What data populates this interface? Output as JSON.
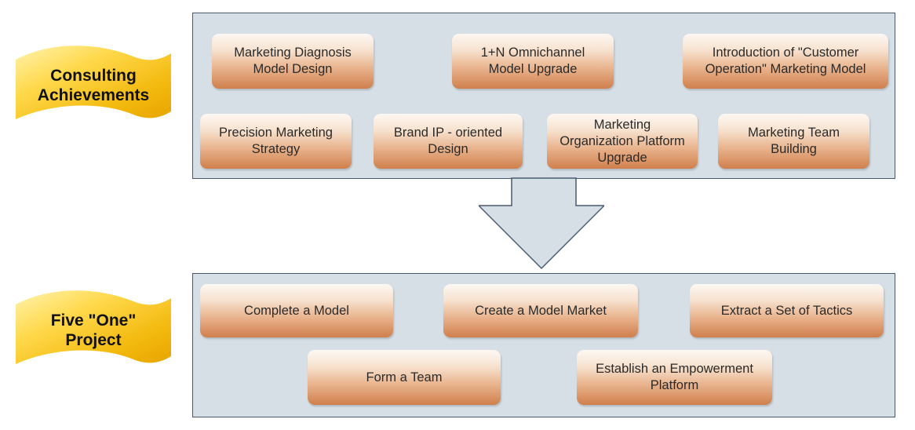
{
  "ribbons": {
    "top": "Consulting\nAchievements",
    "bottom": "Five \"One\"\nProject"
  },
  "consulting": {
    "row1": [
      "Marketing Diagnosis\nModel Design",
      "1+N Omnichannel\nModel Upgrade",
      "Introduction of \"Customer\nOperation\" Marketing Model"
    ],
    "row2": [
      "Precision Marketing\nStrategy",
      "Brand IP - oriented\nDesign",
      "Marketing\nOrganization Platform\nUpgrade",
      "Marketing Team\nBuilding"
    ]
  },
  "project": {
    "row1": [
      "Complete a Model",
      "Create a Model Market",
      "Extract a Set of Tactics"
    ],
    "row2": [
      "Form a Team",
      "Establish an Empowerment\nPlatform"
    ]
  },
  "colors": {
    "panel_fill": "#d6dfe6",
    "panel_border": "#4a5a6e",
    "box_gradient_top": "#fdf8f3",
    "box_gradient_bottom": "#d07f4c",
    "ribbon_gold": "#f5c518"
  }
}
